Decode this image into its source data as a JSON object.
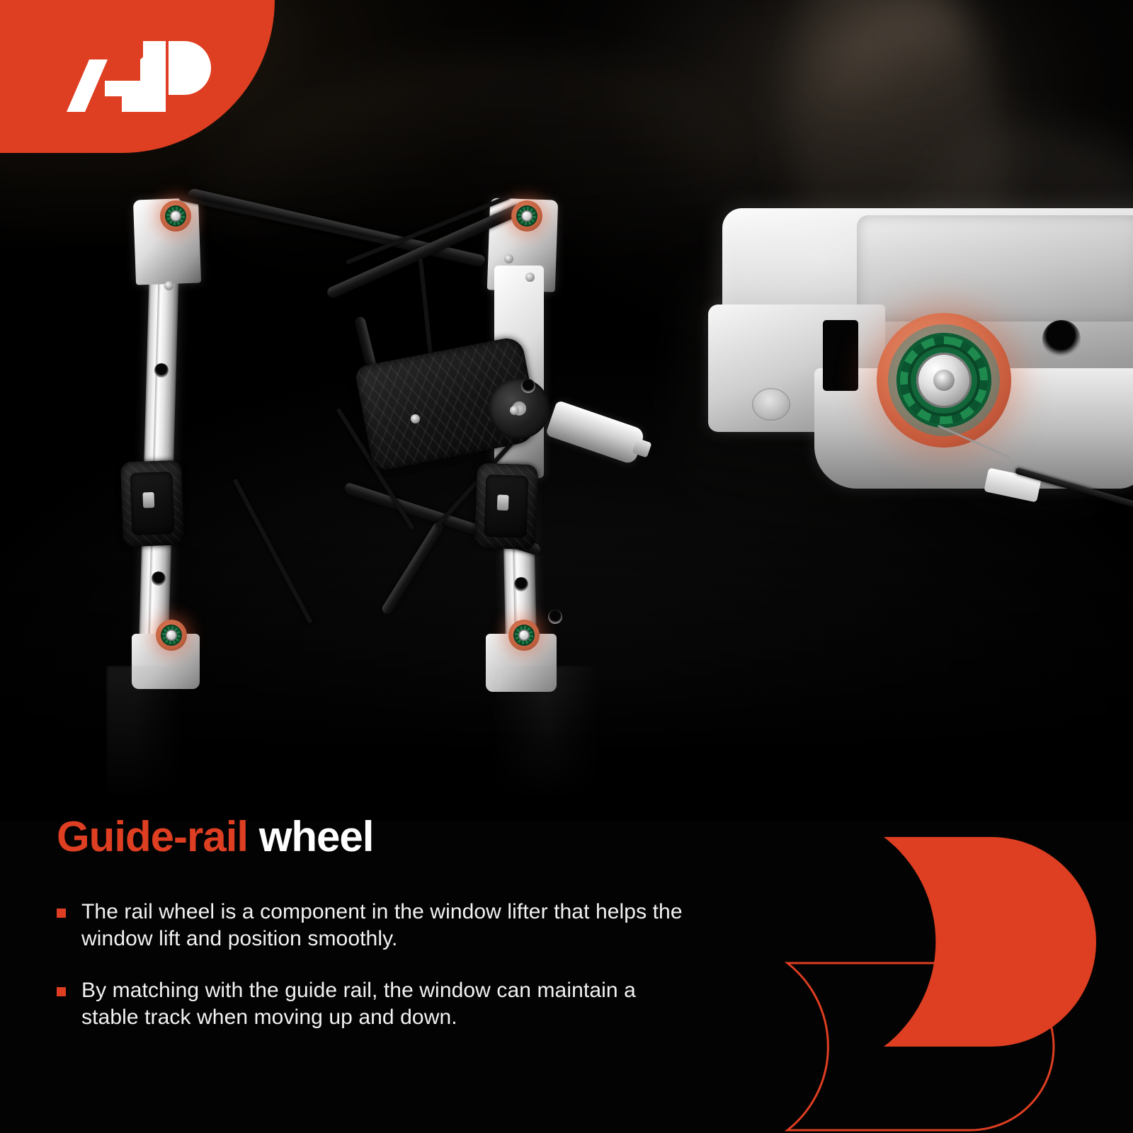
{
  "theme": {
    "brand_color": "#DE3E21",
    "background_color": "#000000",
    "text_color": "#F2F2F2",
    "accent_green": "#1D7A46",
    "metal_color": "#E2E2E2"
  },
  "brand": {
    "logo_name": "a-premium-logo",
    "logo_alt": "AP"
  },
  "heading": {
    "accent_part": "Guide-rail",
    "white_part": "wheel"
  },
  "bullets": [
    {
      "marker": "square-bullet",
      "text": "The rail wheel is a component in the window lifter that helps the window lift and position smoothly."
    },
    {
      "marker": "square-bullet",
      "text": "By matching with the guide rail, the window can maintain a stable track when moving up and down."
    }
  ],
  "product": {
    "name": "power-window-regulator",
    "parts": {
      "rail_left": "left-guide-rail",
      "rail_right": "right-guide-rail",
      "drum": "cable-drum-housing",
      "clamp_left": "left-glass-clamp",
      "clamp_right": "right-glass-clamp",
      "actuator": "motor-mount-actuator",
      "pulleys": [
        "top-left-pulley",
        "top-right-pulley",
        "bottom-left-pulley",
        "bottom-right-pulley"
      ],
      "cables": [
        "upper-cross-cable",
        "lower-cross-cable",
        "sleeved-cable"
      ]
    }
  },
  "closeup": {
    "name": "guide-rail-wheel-closeup",
    "parts": {
      "bracket": "aluminum-bracket",
      "wheel": "guide-rail-wheel",
      "outer_ring": "salmon-pulley-ring",
      "hub": "green-spoked-hub",
      "bolt": "chrome-center-bolt",
      "cable": "lift-cable",
      "clip": "cable-clip"
    }
  },
  "decoration": {
    "solid_shape": "brand-d-shape",
    "outline_shape": "brand-d-outline"
  }
}
